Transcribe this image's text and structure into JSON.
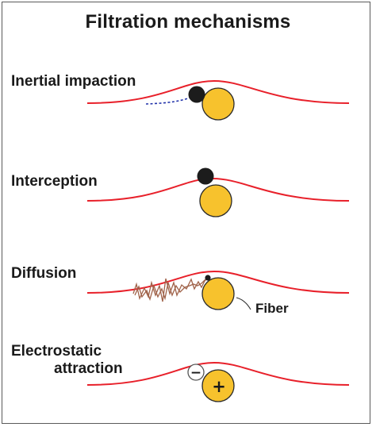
{
  "diagram": {
    "title": "Filtration mechanisms",
    "mechanisms": [
      {
        "label": "Inertial impaction"
      },
      {
        "label": "Interception"
      },
      {
        "label": "Diffusion",
        "fiber_label": "Fiber"
      },
      {
        "label_line1": "Electrostatic",
        "label_line2": "attraction",
        "particle_charge": "−",
        "fiber_charge": "+"
      }
    ],
    "colors": {
      "streamline": "#e8202a",
      "fiber": "#f7c22d",
      "particle": "#1c1c1c",
      "impaction_trajectory": "#2233aa",
      "diffusion_path": "#a0634a"
    }
  }
}
